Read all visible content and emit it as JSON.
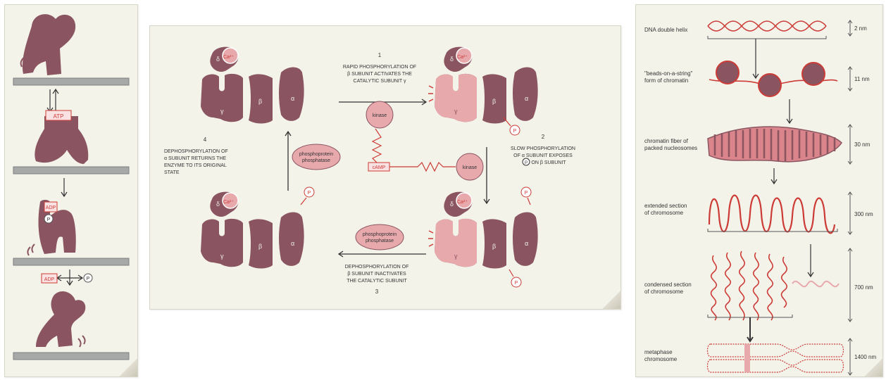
{
  "left_panel": {
    "labels": {
      "atp": "ATP",
      "adp_bound": "ADP",
      "adp_released": "ADP",
      "phosphate_bound": "P",
      "phosphate_released": "P"
    }
  },
  "center_panel": {
    "steps": [
      {
        "number": "1",
        "text": [
          "RAPID PHOSPHORYLATION OF",
          "β SUBUNIT ACTIVATES THE",
          "CATALYTIC SUBUNIT γ"
        ]
      },
      {
        "number": "2",
        "text": [
          "SLOW PHOSPHORYLATION",
          "OF α SUBUNIT EXPOSES",
          "ON β SUBUNIT"
        ]
      },
      {
        "number": "3",
        "text": [
          "DEPHOSPHORYLATION OF",
          "β SUBUNIT INACTIVATES",
          "THE CATALYTIC SUBUNIT"
        ]
      },
      {
        "number": "4",
        "text": [
          "DEPHOSPHORYLATION OF",
          "α SUBUNIT RETURNS THE",
          "ENZYME TO ITS ORIGINAL",
          "STATE"
        ]
      }
    ],
    "subunits": {
      "delta": "δ",
      "gamma": "γ",
      "beta": "β",
      "alpha": "α",
      "calcium": "Ca²⁺",
      "phosphate": "P"
    },
    "kinase_label": "kinase",
    "camp_label": "cAMP",
    "phosphatase_label": [
      "phosphoprotein",
      "phosphatase"
    ]
  },
  "right_panel": {
    "levels": [
      {
        "label": [
          "DNA double helix"
        ],
        "scale": "2 nm"
      },
      {
        "label": [
          "\"beads-on-a-string\"",
          "form of chromatin"
        ],
        "scale": "11 nm"
      },
      {
        "label": [
          "chromatin fiber of",
          "packed nucleosomes"
        ],
        "scale": "30 nm"
      },
      {
        "label": [
          "extended section",
          "of chromosome"
        ],
        "scale": "300 nm"
      },
      {
        "label": [
          "condensed section",
          "of chromosome"
        ],
        "scale": "700 nm"
      },
      {
        "label": [
          "metaphase",
          "chromosome"
        ],
        "scale": "1400 nm"
      }
    ]
  },
  "colors": {
    "protein": "#8a5560",
    "protein_light": "#e8a9ad",
    "accent_red": "#cc3b36",
    "panel_bg": "#f4f3ea",
    "membrane": "#9c9e9e"
  }
}
